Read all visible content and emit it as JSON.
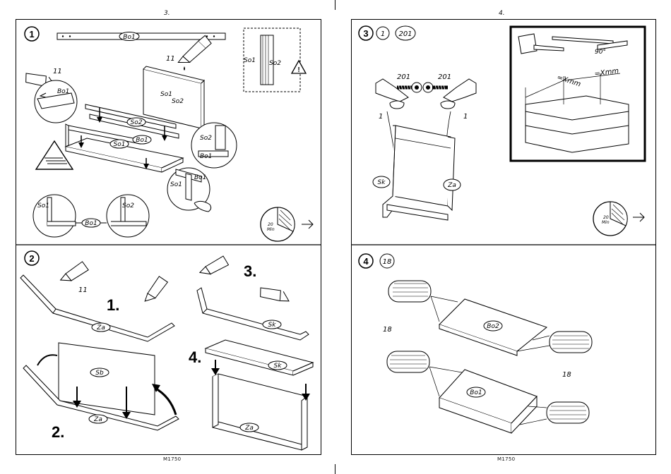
{
  "pages": {
    "left": {
      "number": "3.",
      "footer": "M1750"
    },
    "right": {
      "number": "4.",
      "footer": "M1750"
    }
  },
  "step1": {
    "number": "1",
    "glue_qty_a": "11",
    "glue_qty_b": "11",
    "timer_value": "20",
    "timer_unit": "Min",
    "parts": {
      "bo1_top": "Bo1",
      "bo1_mid": "Bo1",
      "bo1_bottom": "Bo1",
      "bo1_zoom": "Bo1",
      "bo1_corner": "Bo1",
      "bo1_detail": "Bo1",
      "so1_panel": "So1",
      "so2_panel": "So2",
      "so1_warn": "So1",
      "so2_warn": "So2",
      "so1_mid": "So1",
      "so2_mid": "So2",
      "so2_corner": "So2",
      "so1_corner": "So1",
      "so1_detail": "So1",
      "so2_detail": "So2"
    }
  },
  "step2": {
    "number": "2",
    "glue_qty": "11",
    "sub1": "1.",
    "sub2": "2.",
    "sub3": "3.",
    "sub4": "4.",
    "parts": {
      "za_1": "Za",
      "sb": "Sb",
      "za_2": "Za",
      "sk_3": "Sk",
      "sk_4": "Sk",
      "za_4": "Za"
    }
  },
  "step3": {
    "number": "3",
    "qty_1": "1",
    "qty_201": "201",
    "screw_left": "201",
    "screw_right": "201",
    "runner_left": "1",
    "runner_right": "1",
    "side_part": "Sk",
    "front_part": "Za",
    "measure_left": "=Xmm",
    "measure_right": "=Xmm",
    "angle": "90°",
    "timer_value": "20",
    "timer_unit": "Min"
  },
  "step4": {
    "number": "4",
    "qty_18": "18",
    "label_upper": "18",
    "label_lower": "18",
    "part_upper": "Bo2",
    "part_lower": "Bo1"
  }
}
